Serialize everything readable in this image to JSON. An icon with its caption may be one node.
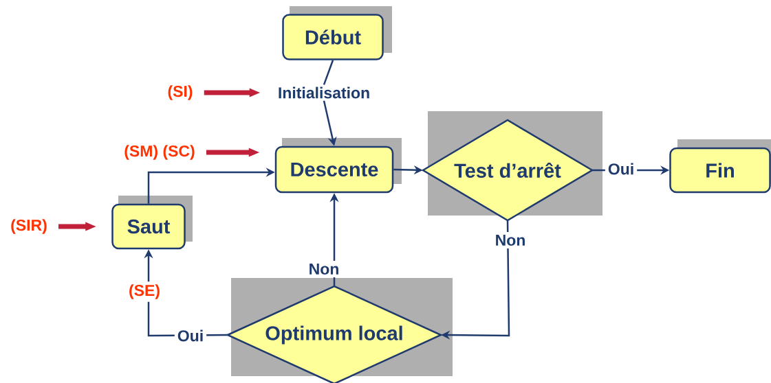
{
  "diagram": {
    "nodes": [
      {
        "text": [
          "Début"
        ]
      },
      {
        "text": [
          "Initialisation"
        ]
      },
      {
        "text": [
          "Descente"
        ]
      },
      {
        "text": [
          "Test d’arrêt"
        ]
      },
      {
        "text": [
          "Fin"
        ]
      },
      {
        "text": [
          "Saut"
        ]
      },
      {
        "text": [
          "Optimum local"
        ]
      },
      {
        "text": [
          "(SI)"
        ]
      },
      {
        "text": [
          "(SM) (SC)"
        ]
      },
      {
        "text": [
          "(SIR)"
        ]
      }
    ],
    "edges": [
      {
        "from": 0,
        "to": 1,
        "arrow": "none"
      },
      {
        "from": 1,
        "to": 2,
        "arrow": "to"
      },
      {
        "from": 2,
        "to": 3,
        "arrow": "to"
      },
      {
        "from": 3,
        "to": 4,
        "arrow": "to",
        "label": "Oui"
      },
      {
        "from": 3,
        "to": 6,
        "arrow": "to",
        "label": "Non"
      },
      {
        "from": 6,
        "to": 2,
        "arrow": "to",
        "label": "Non"
      },
      {
        "from": 6,
        "to": 5,
        "arrow": "to",
        "label": "Oui"
      },
      {
        "from": 5,
        "to": 2,
        "arrow": "to"
      },
      {
        "from": 7,
        "to": 1,
        "arrow": "to",
        "style": "thick",
        "color": "#c0203a"
      },
      {
        "from": 8,
        "to": 2,
        "arrow": "to",
        "style": "thick",
        "color": "#c0203a"
      },
      {
        "from": 9,
        "to": 5,
        "arrow": "to",
        "style": "thick",
        "color": "#c0203a"
      }
    ],
    "labels": [
      "(SE)"
    ]
  }
}
